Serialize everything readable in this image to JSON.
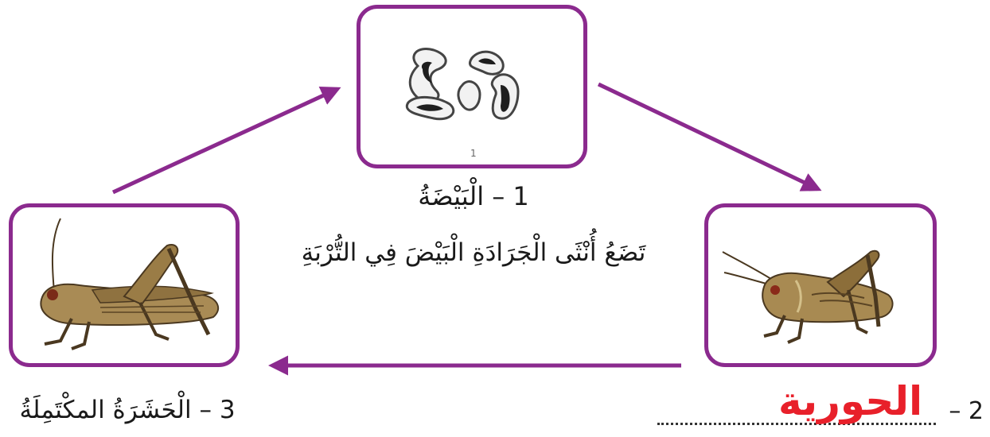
{
  "stages": {
    "egg": {
      "title": "1 – الْبَيْضَةُ",
      "description": "تَضَعُ أُنْثَى الْجَرَادَةِ الْبَيْضَ فِي التُّرْبَةِ",
      "image_note": "1"
    },
    "nymph": {
      "number": "2 –",
      "answer": "الحورية"
    },
    "adult": {
      "title": "3 – الْحَشَرَةُ المكْتَمِلَةُ"
    }
  },
  "colors": {
    "frame": "#8b2a8e",
    "arrow": "#8b2a8e",
    "answer": "#e8202a"
  },
  "icons": [
    "egg-icon",
    "grasshopper-nymph-icon",
    "grasshopper-adult-icon",
    "arrow-icon"
  ]
}
